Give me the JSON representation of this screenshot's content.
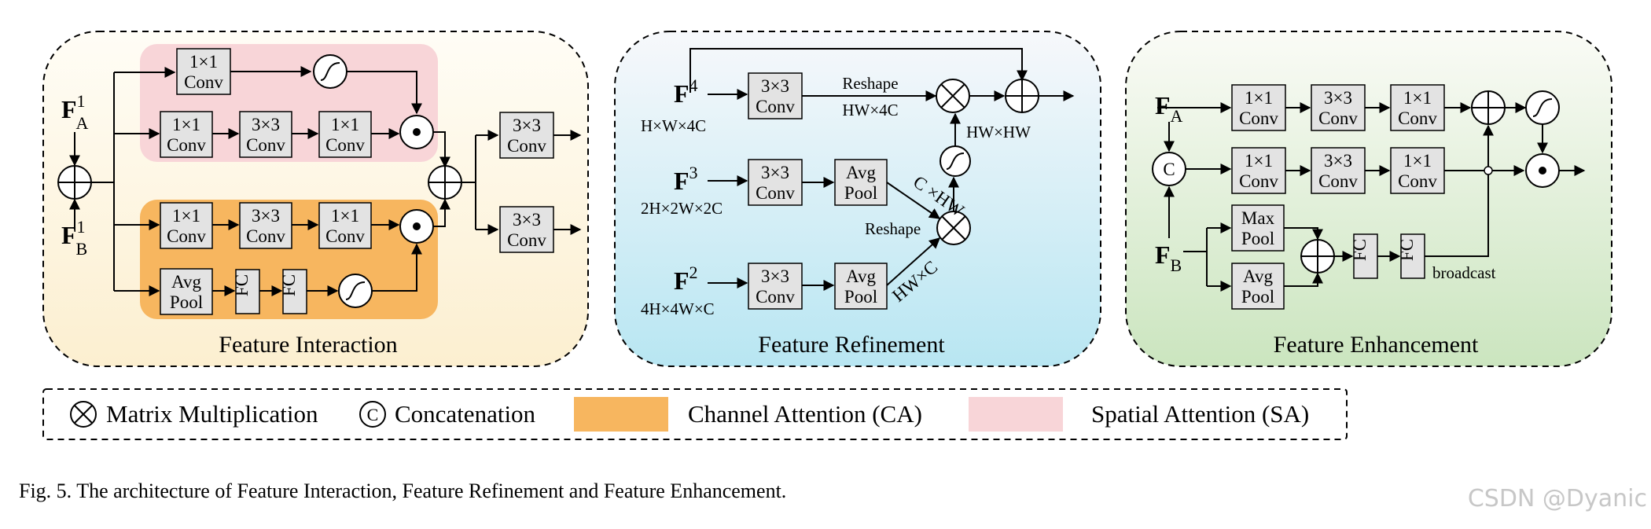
{
  "caption": "Fig. 5.  The architecture of Feature Interaction, Feature Refinement and Feature Enhancement.",
  "watermark": "CSDN @Dyanic",
  "colors": {
    "spatial_attention": "#f8d5d8",
    "channel_attention": "#f7b65f",
    "interaction_bg": "#fdf3dc",
    "refinement_bg_top": "#f5f7fb",
    "refinement_bg_bottom": "#bde8f3",
    "enhancement_bg_top": "#f8faf4",
    "enhancement_bg_bottom": "#cfe6c3",
    "box_fill": "#e3e3e3"
  },
  "panels": {
    "interaction": {
      "title": "Feature Interaction",
      "input_a": "F",
      "input_a_sup": "1",
      "input_a_sub": "A",
      "input_b": "F",
      "input_b_sup": "1",
      "input_b_sub": "B",
      "sa_row1": {
        "conv_top": "1×1",
        "conv_bottom": "Conv"
      },
      "sa_row2": [
        {
          "top": "1×1",
          "bottom": "Conv"
        },
        {
          "top": "3×3",
          "bottom": "Conv"
        },
        {
          "top": "1×1",
          "bottom": "Conv"
        }
      ],
      "ca_row1": [
        {
          "top": "1×1",
          "bottom": "Conv"
        },
        {
          "top": "3×3",
          "bottom": "Conv"
        },
        {
          "top": "1×1",
          "bottom": "Conv"
        }
      ],
      "ca_row2": {
        "pool_top": "Avg",
        "pool_bottom": "Pool",
        "fc1": "FC",
        "fc2": "FC"
      },
      "outputs": [
        {
          "top": "3×3",
          "bottom": "Conv"
        },
        {
          "top": "3×3",
          "bottom": "Conv"
        }
      ]
    },
    "refinement": {
      "title": "Feature Refinement",
      "f4": "F",
      "f4_sup": "4",
      "f4_dims": "H×W×4C",
      "f3": "F",
      "f3_sup": "3",
      "f3_dims": "2H×2W×2C",
      "f2": "F",
      "f2_sup": "2",
      "f2_dims": "4H×4W×C",
      "conv_top": "3×3",
      "conv_bottom": "Conv",
      "pool_top": "Avg",
      "pool_bottom": "Pool",
      "reshape_top": "Reshape",
      "reshape_top_dims": "HW×4C",
      "reshape_mid": "Reshape",
      "c_hw": "C ×HW",
      "hw_c": "HW×C",
      "hw_hw": "HW×HW"
    },
    "enhancement": {
      "title": "Feature Enhancement",
      "fa": "F",
      "fa_sub": "A",
      "fb": "F",
      "fb_sub": "B",
      "concat": "C",
      "row_boxes": [
        {
          "top": "1×1",
          "bottom": "Conv"
        },
        {
          "top": "3×3",
          "bottom": "Conv"
        },
        {
          "top": "1×1",
          "bottom": "Conv"
        }
      ],
      "max_pool_top": "Max",
      "max_pool_bottom": "Pool",
      "avg_pool_top": "Avg",
      "avg_pool_bottom": "Pool",
      "fc1": "FC",
      "fc2": "FC",
      "broadcast": "broadcast"
    }
  },
  "legend": {
    "matrix_mult": "Matrix Multiplication",
    "concat_symbol": "C",
    "concat": "Concatenation",
    "channel_attention": "Channel Attention (CA)",
    "spatial_attention": "Spatial Attention (SA)"
  }
}
